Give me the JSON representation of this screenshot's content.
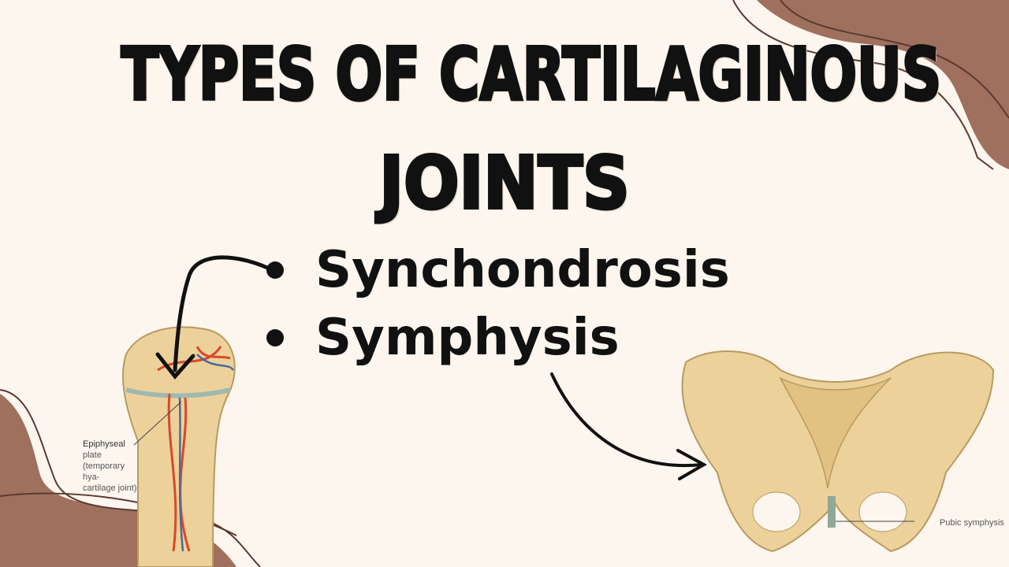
{
  "title": {
    "line1": "Types of Cartilaginous",
    "line2": "Joints"
  },
  "bullets": [
    {
      "label": "Synchondrosis"
    },
    {
      "label": "Symphysis"
    }
  ],
  "bone_figure": {
    "label_lines": [
      "Epiphyseal",
      "plate",
      "(temporary",
      "hya-",
      "cartilage joint)"
    ]
  },
  "pelvis_figure": {
    "label": "Pubic symphysis"
  },
  "colors": {
    "background": "#fcf6ee",
    "accent": "#a0705f",
    "text": "#111111",
    "bone": "#ecd29a"
  }
}
